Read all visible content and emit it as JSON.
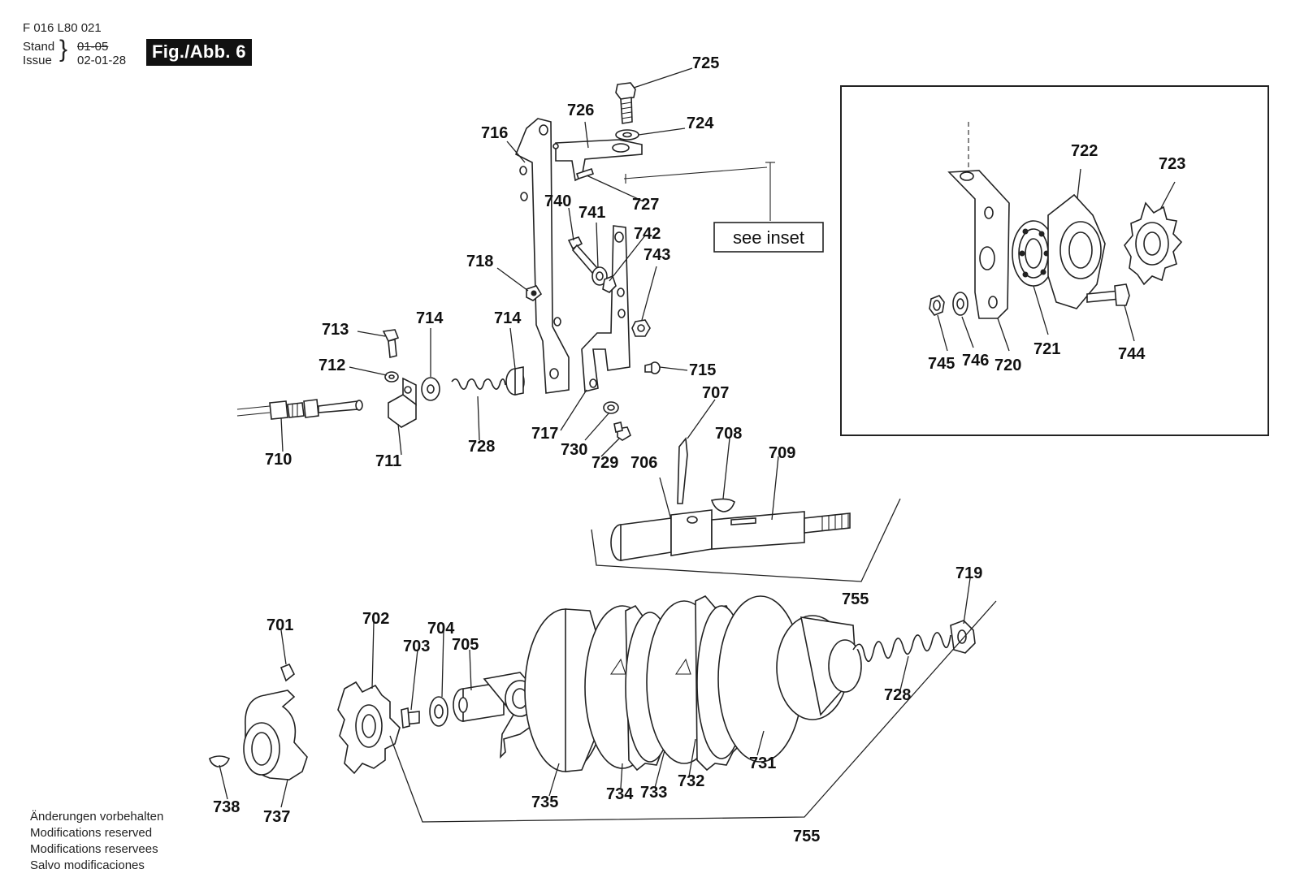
{
  "header": {
    "doc_number": "F 016 L80 021",
    "stand_label": "Stand",
    "issue_label": "Issue",
    "old_date": "01-05",
    "new_date": "02-01-28",
    "fig_label": "Fig./Abb. 6"
  },
  "inset_label": "see inset",
  "parts": {
    "p701": "701",
    "p702": "702",
    "p703": "703",
    "p704": "704",
    "p705": "705",
    "p706": "706",
    "p707": "707",
    "p708": "708",
    "p709": "709",
    "p710": "710",
    "p711": "711",
    "p712": "712",
    "p713": "713",
    "p714a": "714",
    "p714b": "714",
    "p715": "715",
    "p716": "716",
    "p717": "717",
    "p718": "718",
    "p719": "719",
    "p720": "720",
    "p721": "721",
    "p722": "722",
    "p723": "723",
    "p724": "724",
    "p725": "725",
    "p726": "726",
    "p727": "727",
    "p728a": "728",
    "p728b": "728",
    "p729": "729",
    "p730": "730",
    "p731": "731",
    "p732": "732",
    "p733": "733",
    "p734": "734",
    "p735": "735",
    "p737": "737",
    "p738": "738",
    "p740": "740",
    "p741": "741",
    "p742": "742",
    "p743": "743",
    "p744": "744",
    "p745": "745",
    "p746": "746",
    "p755a": "755",
    "p755b": "755"
  },
  "notes": [
    "Änderungen vorbehalten",
    "Modifications reserved",
    "Modifications reservees",
    "Salvo modificaciones"
  ]
}
